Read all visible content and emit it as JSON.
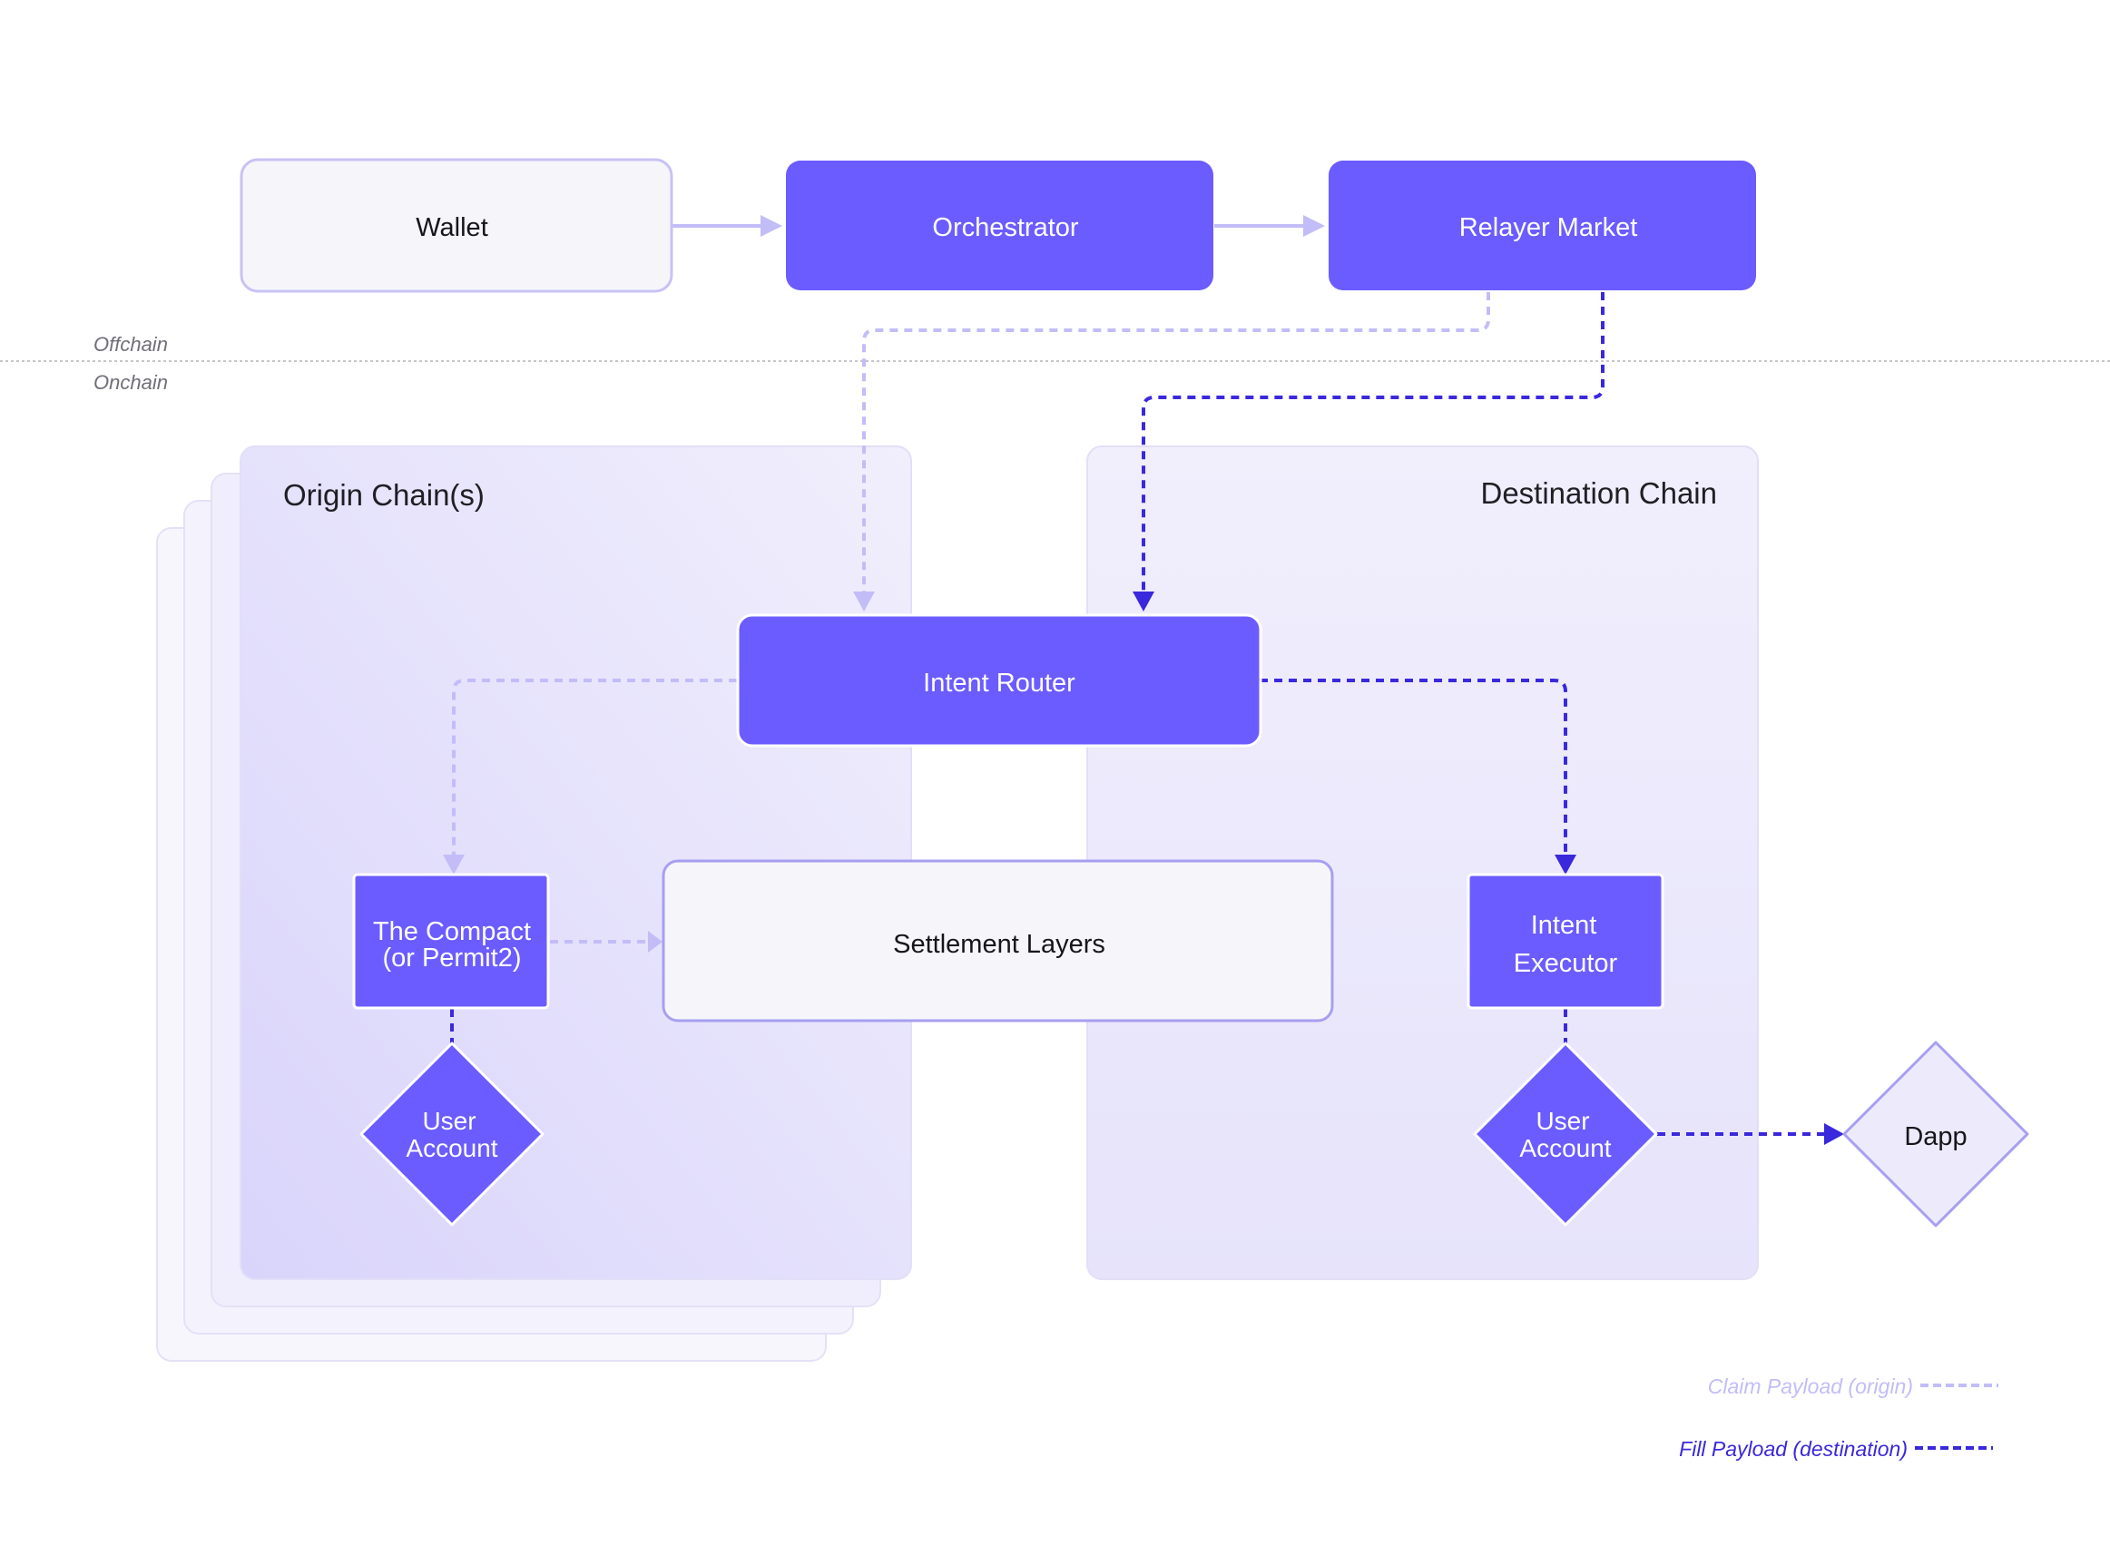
{
  "zones": {
    "offchain": "Offchain",
    "onchain": "Onchain"
  },
  "nodes": {
    "wallet": "Wallet",
    "orchestrator": "Orchestrator",
    "relayer_market": "Relayer Market",
    "intent_router": "Intent Router",
    "compact_line1": "The Compact",
    "compact_line2": "(or Permit2)",
    "settlement_layers": "Settlement Layers",
    "executor_line1": "Intent",
    "executor_line2": "Executor",
    "origin_user_line1": "User",
    "origin_user_line2": "Account",
    "dest_user_line1": "User",
    "dest_user_line2": "Account",
    "dapp": "Dapp"
  },
  "groups": {
    "origin_chain": "Origin Chain(s)",
    "destination_chain": "Destination Chain"
  },
  "legend": {
    "claim": "Claim Payload (origin)",
    "fill": "Fill Payload (destination)"
  },
  "colors": {
    "primary": "#6b5cff",
    "claim_line": "#c2bdf7",
    "fill_line": "#3a28dc",
    "panel": "#eceafc"
  }
}
